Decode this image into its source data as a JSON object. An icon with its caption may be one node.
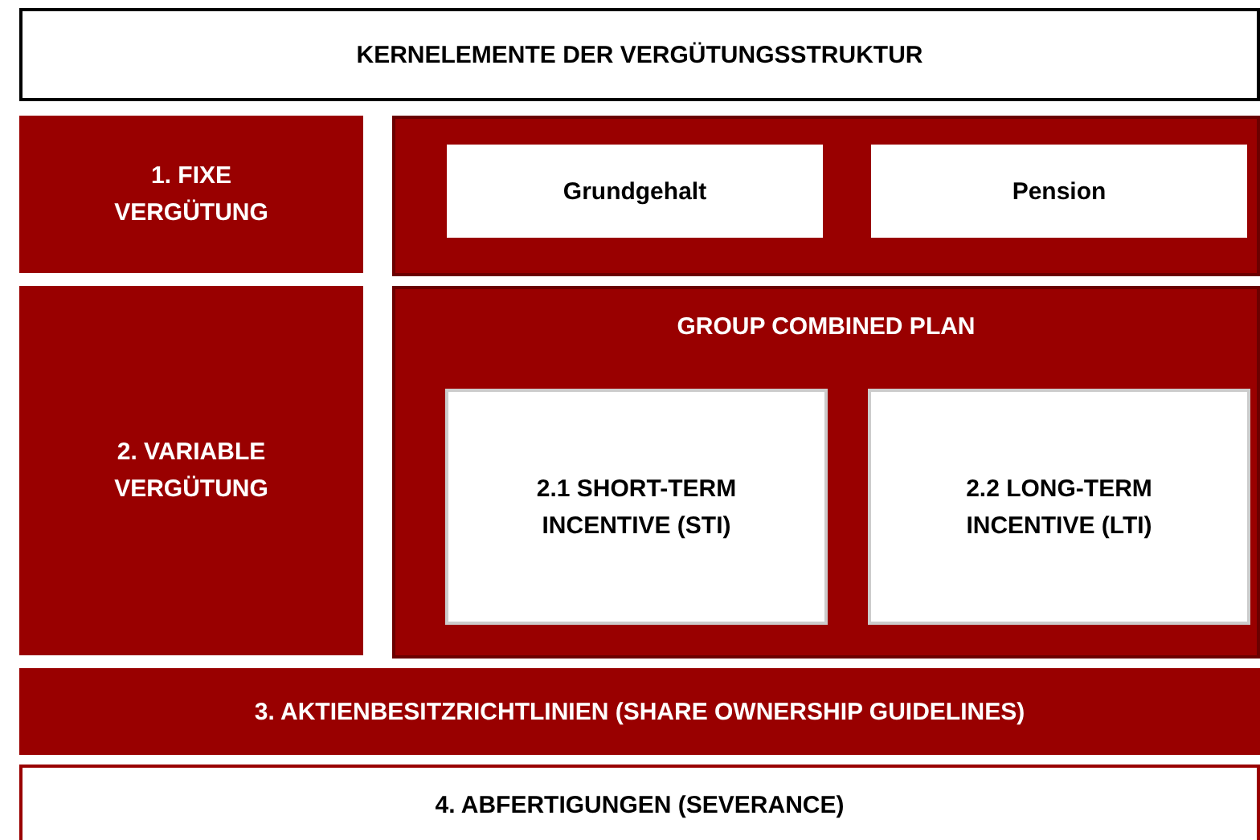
{
  "diagram": {
    "nodes": [
      {
        "text": [
          "KERNELEMENTE DER VERGÜTUNGSSTRUKTUR"
        ]
      },
      {
        "text": [
          "1. FIXE VERGÜTUNG"
        ]
      },
      {
        "text": [],
        "shape": "box"
      },
      {
        "text": [
          "Grundgehalt"
        ],
        "in": 2
      },
      {
        "text": [
          "Pension"
        ],
        "in": 2
      },
      {
        "text": [
          "2. VARIABLE VERGÜTUNG"
        ]
      },
      {
        "text": [
          "GROUP COMBINED PLAN"
        ]
      },
      {
        "text": [
          "2.1 SHORT-TERM INCENTIVE (STI)"
        ],
        "in": 6
      },
      {
        "text": [
          "2.2 LONG-TERM INCENTIVE (LTI)"
        ],
        "in": 6
      },
      {
        "text": [
          "3. AKTIENBESITZRICHTLINIEN (SHARE OWNERSHIP GUIDELINES)"
        ]
      },
      {
        "text": [
          "4. ABFERTIGUNGEN (SEVERANCE)"
        ]
      }
    ],
    "edges": []
  }
}
